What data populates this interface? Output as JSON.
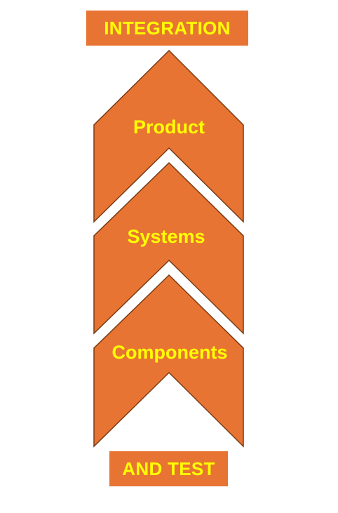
{
  "colors": {
    "fill": "#E87433",
    "stroke": "#7A3A12",
    "text": "#FFFF00",
    "background": "#FFFFFF"
  },
  "header": {
    "label": "INTEGRATION"
  },
  "footer": {
    "label": "AND TEST"
  },
  "chevrons": [
    {
      "label": "Product"
    },
    {
      "label": "Systems"
    },
    {
      "label": "Components"
    }
  ]
}
